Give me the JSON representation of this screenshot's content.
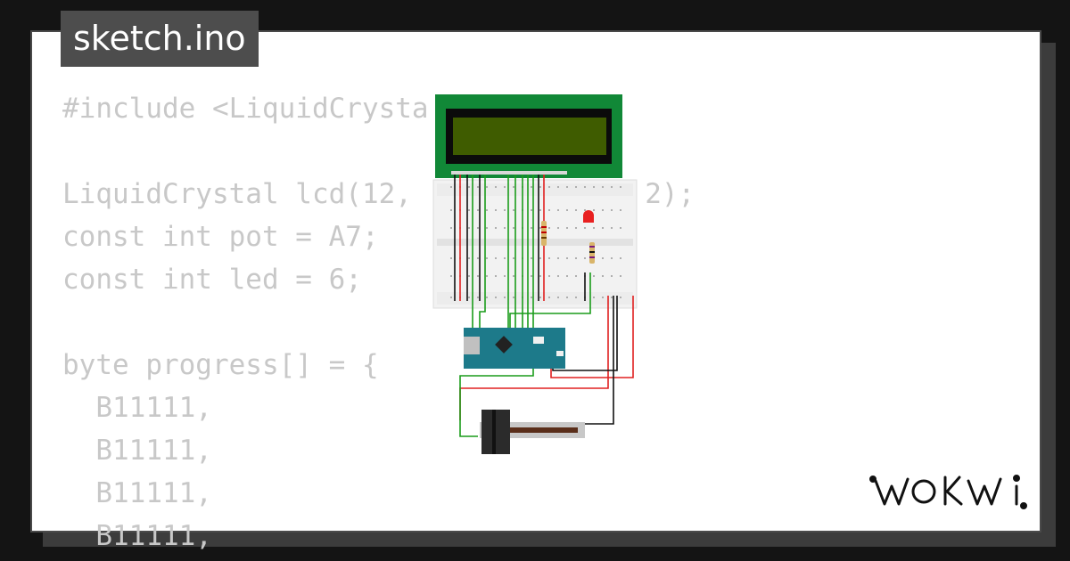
{
  "file_tab": {
    "label": "sketch.ino"
  },
  "code": {
    "lines": [
      "#include <LiquidCrysta",
      "",
      "LiquidCrystal lcd(12,              2);",
      "const int pot = A7;",
      "const int led = 6;",
      "",
      "byte progress[] = {",
      "  B11111,",
      "  B11111,",
      "  B11111,",
      "  B11111,"
    ]
  },
  "circuit": {
    "components": [
      "lcd-display",
      "breadboard",
      "resistor",
      "led",
      "resistor",
      "arduino-nano",
      "slide-potentiometer"
    ],
    "colors": {
      "lcd_pcb": "#118837",
      "lcd_glass": "#3f5c00",
      "wire_green": "#1a9c1a",
      "wire_red": "#e02020",
      "wire_black": "#111111",
      "arduino": "#1d7a8a"
    }
  },
  "logo": {
    "text": "WOKWi"
  }
}
